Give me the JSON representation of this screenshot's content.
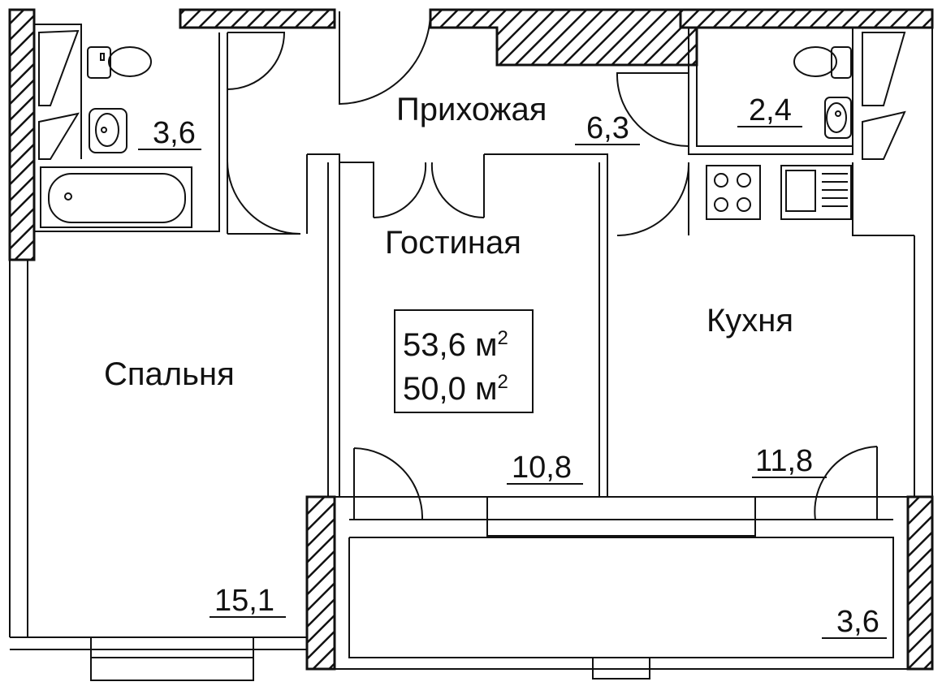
{
  "rooms": {
    "hallway": {
      "name": "Прихожая",
      "area": "6,3"
    },
    "living": {
      "name": "Гостиная",
      "area": "10,8"
    },
    "kitchen": {
      "name": "Кухня",
      "area": "11,8"
    },
    "bedroom": {
      "name": "Спальня",
      "area": "15,1"
    },
    "bath_left": {
      "area": "3,6"
    },
    "bath_right": {
      "area": "2,4"
    },
    "balcony": {
      "area": "3,6"
    }
  },
  "totals": {
    "total_area": "53,6 м",
    "living_area": "50,0 м",
    "unit_power": "2"
  },
  "colors": {
    "line": "#111111",
    "background": "#ffffff"
  }
}
